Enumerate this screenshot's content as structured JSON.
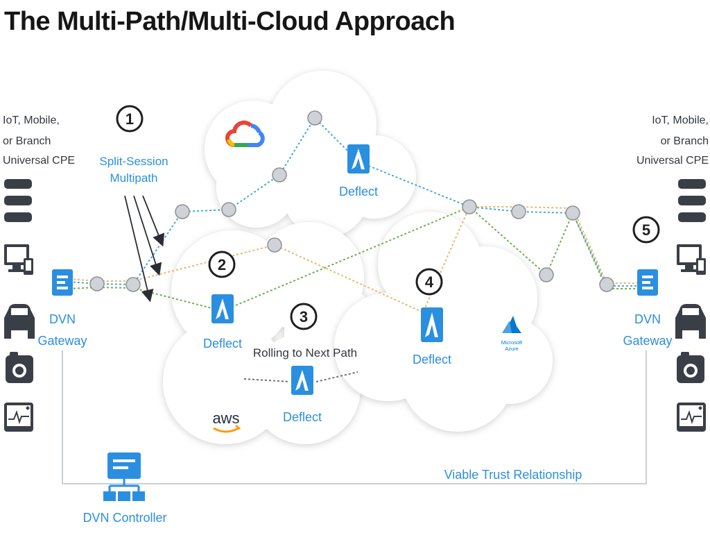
{
  "title": "The Multi-Path/Multi-Cloud Approach",
  "left_device_group": {
    "lines": [
      "IoT, Mobile,",
      "or Branch",
      "Universal CPE"
    ]
  },
  "right_device_group": {
    "lines": [
      "IoT, Mobile,",
      "or Branch",
      "Universal CPE"
    ]
  },
  "device_icons": [
    "server-stack-icon",
    "desktop-mobile-icon",
    "car-icon",
    "camera-icon",
    "health-monitor-icon"
  ],
  "steps": [
    {
      "number": "1",
      "lines": [
        "Split-Session",
        "Multipath"
      ]
    },
    {
      "number": "2",
      "lines": []
    },
    {
      "number": "3",
      "lines": [
        "Rolling to Next Path"
      ]
    },
    {
      "number": "4",
      "lines": []
    },
    {
      "number": "5",
      "lines": []
    }
  ],
  "gateways": [
    {
      "lines": [
        "DVN",
        "Gateway"
      ]
    },
    {
      "lines": [
        "DVN",
        "Gateway"
      ]
    }
  ],
  "deflect_nodes": [
    "Deflect",
    "Deflect",
    "Deflect",
    "Deflect"
  ],
  "clouds": {
    "google": {
      "name": "Google Cloud"
    },
    "aws": {
      "wordmark": "aws"
    },
    "azure": {
      "lines": [
        "Microsoft",
        "Azure"
      ]
    }
  },
  "controller": {
    "label": "DVN Controller"
  },
  "trust_label": "Viable Trust Relationship",
  "path_colors": {
    "blue": "#4aa8d8",
    "orange": "#f0b56a",
    "green": "#6ab04c",
    "gray": "#6d6f73",
    "accent": "#2a8fe0"
  }
}
